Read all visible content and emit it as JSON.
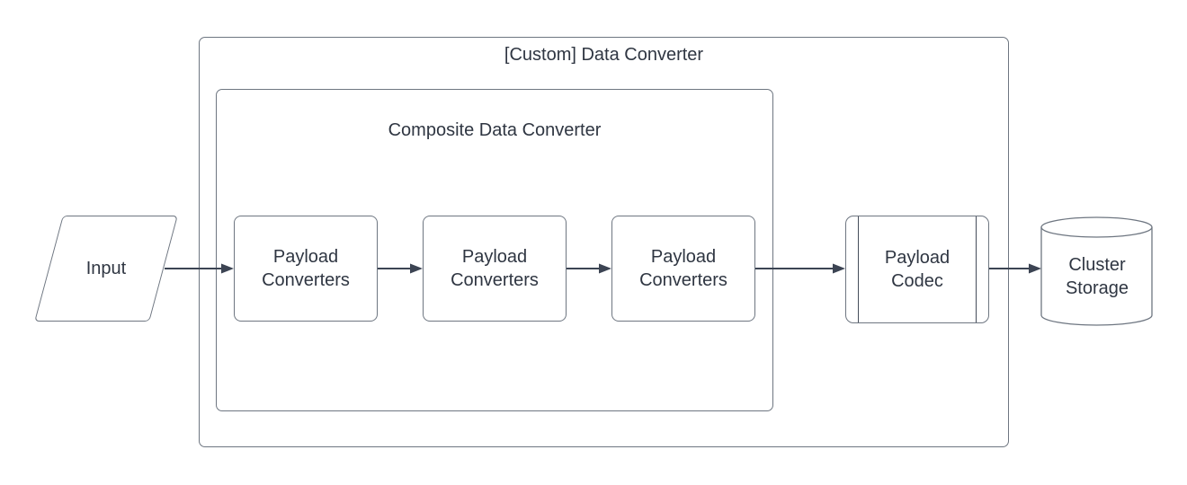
{
  "diagram": {
    "outer_group": {
      "title": "[Custom] Data Converter"
    },
    "inner_group": {
      "title": "Composite Data Converter"
    },
    "input_node": {
      "label": "Input",
      "shape": "parallelogram"
    },
    "converters": [
      {
        "label": "Payload Converters"
      },
      {
        "label": "Payload Converters"
      },
      {
        "label": "Payload Converters"
      }
    ],
    "codec_node": {
      "label": "Payload Codec",
      "shape": "predefined-process"
    },
    "storage_node": {
      "label": "Cluster Storage",
      "shape": "cylinder"
    },
    "flow_order": [
      "Input",
      "Payload Converters",
      "Payload Converters",
      "Payload Converters",
      "Payload Codec",
      "Cluster Storage"
    ],
    "colors": {
      "background": "#ffffff",
      "box_stroke": "#6e7681",
      "arrow": "#3c4453",
      "text": "#2f3642"
    }
  }
}
